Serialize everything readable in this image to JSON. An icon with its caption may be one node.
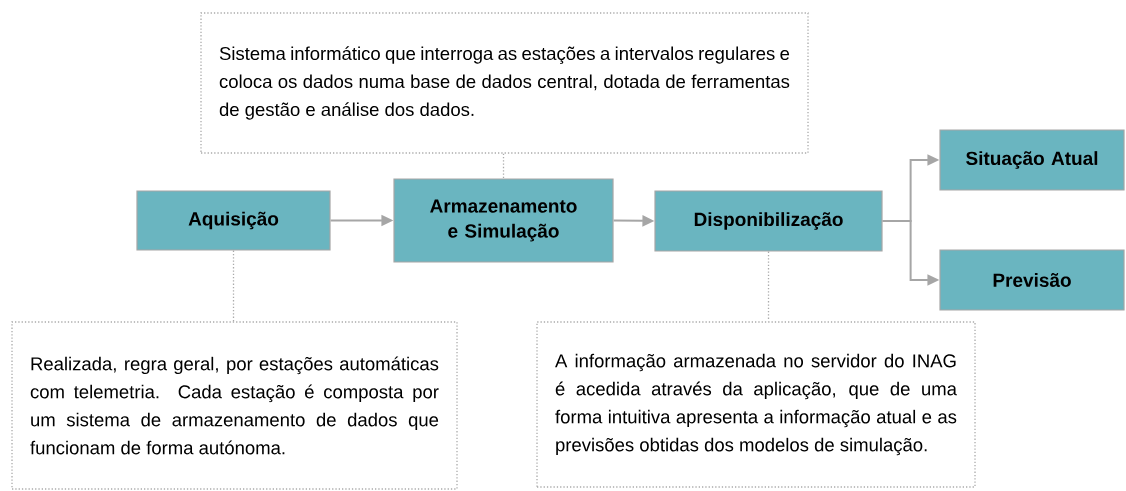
{
  "diagram": {
    "nodes": [
      {
        "text": [
          "Sistema informático que interroga as estações a intervalos regulares e coloca os dados numa base de dados central, dotada de ferramentas de gestão e análise dos dados."
        ]
      },
      {
        "text": [
          "Aquisição"
        ]
      },
      {
        "text": [
          "Armazenamento e Simulação"
        ]
      },
      {
        "text": [
          "Disponibilização"
        ]
      },
      {
        "text": [
          "Situação Atual"
        ]
      },
      {
        "text": [
          "Previsão"
        ]
      },
      {
        "text": [
          "Realizada, regra geral, por estações automáticas com telemetria. Cada estação é composta por um sistema de armazenamento de dados que funcionam de forma autónoma."
        ]
      },
      {
        "text": [
          "A informação armazenada no servidor do INAG é acedida através da aplicação, que de uma forma intuitiva apresenta a informação atual e as previsões obtidas dos modelos de simulação."
        ]
      }
    ],
    "edges": [
      {
        "from": 1,
        "to": 2,
        "arrow": "to"
      },
      {
        "from": 2,
        "to": 3,
        "arrow": "to"
      },
      {
        "from": 3,
        "to": 4,
        "arrow": "to"
      },
      {
        "from": 3,
        "to": 5,
        "arrow": "to"
      },
      {
        "from": 0,
        "to": 2,
        "arrow": "none",
        "style": "dashed"
      },
      {
        "from": 1,
        "to": 6,
        "arrow": "none",
        "style": "dashed"
      },
      {
        "from": 3,
        "to": 7,
        "arrow": "none",
        "style": "dashed"
      }
    ]
  }
}
